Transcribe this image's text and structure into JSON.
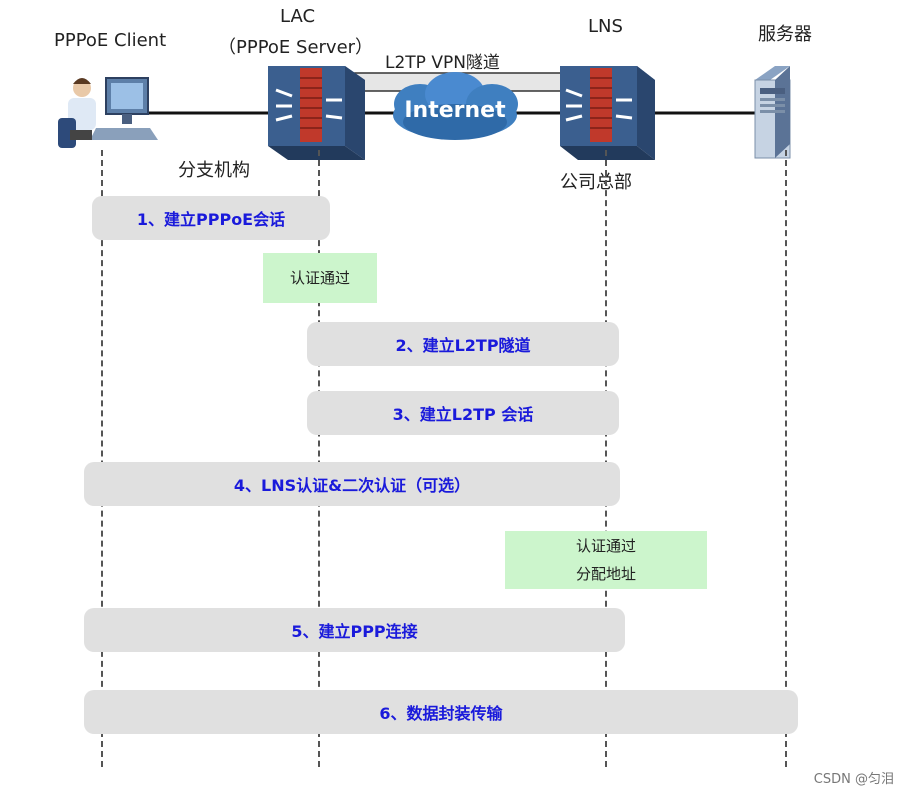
{
  "nodes": {
    "client": {
      "label": "PPPoE Client"
    },
    "lac": {
      "label_line1": "LAC",
      "label_line2": "（PPPoE Server）",
      "site": "分支机构"
    },
    "lns": {
      "label": "LNS",
      "site": "公司总部"
    },
    "server": {
      "label": "服务器"
    }
  },
  "network": {
    "tunnel_label": "L2TP VPN隧道",
    "cloud_label": "Internet"
  },
  "auth_boxes": {
    "lac_auth": {
      "line1": "认证通过"
    },
    "lns_auth": {
      "line1": "认证通过",
      "line2": "分配地址"
    }
  },
  "steps": [
    {
      "label": "1、建立PPPoE会话"
    },
    {
      "label": "2、建立L2TP隧道"
    },
    {
      "label": "3、建立L2TP 会话"
    },
    {
      "label": "4、LNS认证&二次认证（可选）"
    },
    {
      "label": "5、建立PPP连接"
    },
    {
      "label": "6、数据封装传输"
    }
  ],
  "watermark": "CSDN @匀泪",
  "colors": {
    "step_text": "#1a1adb",
    "step_bg": "#e0e0e0",
    "auth_bg": "#ccf5cc",
    "device_blue": "#3b5f8f",
    "firewall_red": "#c0392b",
    "cloud_blue": "#3f7fc0"
  }
}
